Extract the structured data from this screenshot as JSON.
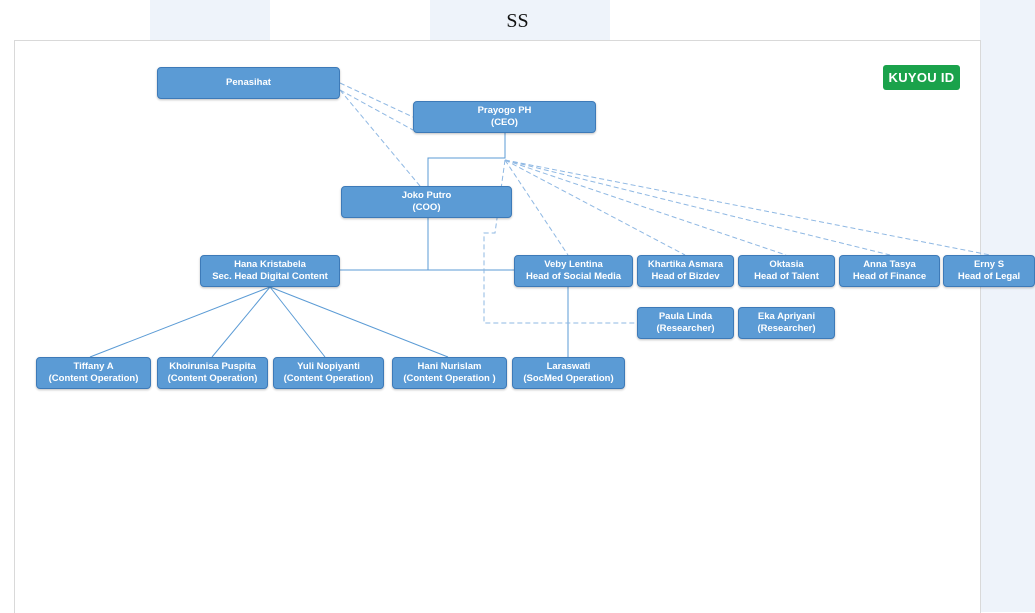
{
  "header": {
    "label": "SS"
  },
  "logo": {
    "text": "KUYOU ID",
    "color": "#1aa24b"
  },
  "colors": {
    "box_fill": "#5b9bd5",
    "box_border": "#3d7ab8",
    "line": "#5b9bd5"
  },
  "nodes": {
    "penasihat": {
      "line1": "Penasihat",
      "line2": ""
    },
    "ceo": {
      "line1": "Prayogo PH",
      "line2": "(CEO)"
    },
    "coo": {
      "line1": "Joko Putro",
      "line2": "(COO)"
    },
    "hana": {
      "line1": "Hana Kristabela",
      "line2": "Sec. Head Digital Content"
    },
    "veby": {
      "line1": "Veby Lentina",
      "line2": "Head of Social Media"
    },
    "khartika": {
      "line1": "Khartika Asmara",
      "line2": "Head of Bizdev"
    },
    "oktasia": {
      "line1": "Oktasia",
      "line2": "Head of Talent"
    },
    "anna": {
      "line1": "Anna Tasya",
      "line2": "Head of Finance"
    },
    "erny": {
      "line1": "Erny S",
      "line2": "Head of Legal"
    },
    "paula": {
      "line1": "Paula Linda",
      "line2": "(Researcher)"
    },
    "eka": {
      "line1": "Eka Apriyani",
      "line2": "(Researcher)"
    },
    "tiffany": {
      "line1": "Tiffany A",
      "line2": "(Content Operation)"
    },
    "khoirunisa": {
      "line1": "Khoirunisa Puspita",
      "line2": "(Content Operation)"
    },
    "yuli": {
      "line1": "Yuli Nopiyanti",
      "line2": "(Content Operation)"
    },
    "hani": {
      "line1": "Hani Nurislam",
      "line2": "(Content Operation )"
    },
    "laraswati": {
      "line1": "Laraswati",
      "line2": "(SocMed Operation)"
    }
  }
}
